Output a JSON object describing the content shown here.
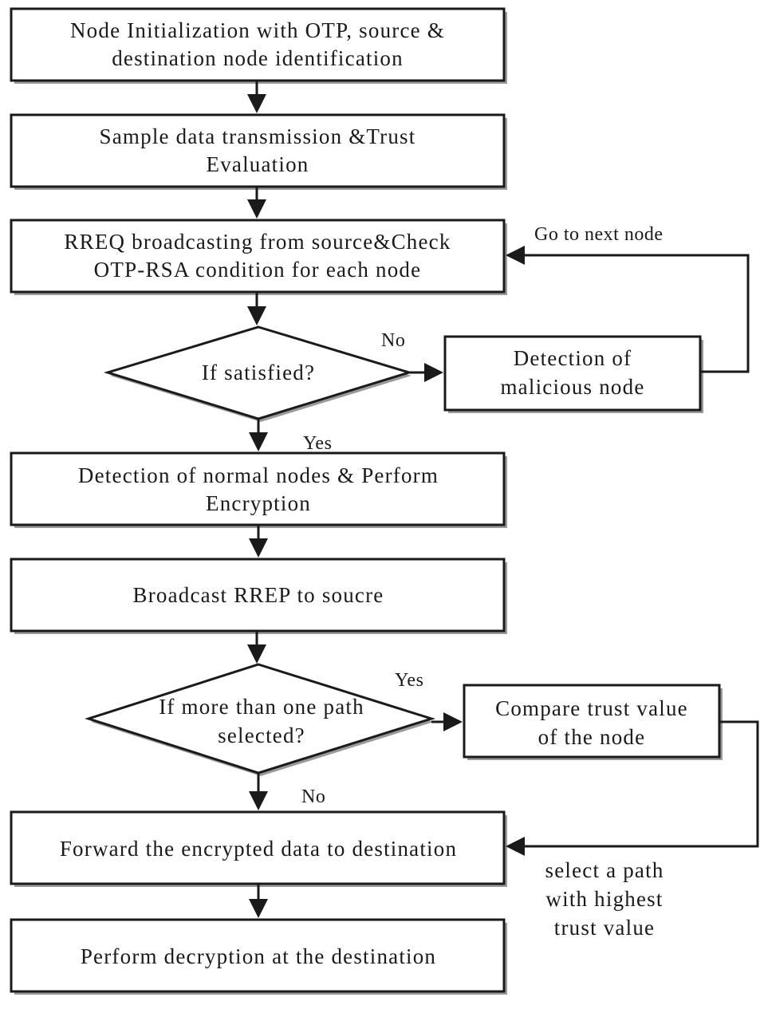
{
  "nodes": {
    "init": {
      "lines": [
        "Node Initialization with OTP, source &",
        "destination node identification"
      ]
    },
    "sample": {
      "lines": [
        "Sample data transmission &Trust",
        "Evaluation"
      ]
    },
    "rreq": {
      "lines": [
        "RREQ broadcasting from source&Check",
        "OTP-RSA condition for each node"
      ]
    },
    "satisfied": {
      "lines": [
        "If satisfied?"
      ]
    },
    "malicious": {
      "lines": [
        "Detection of",
        "malicious node"
      ]
    },
    "normal": {
      "lines": [
        "Detection of normal nodes & Perform",
        "Encryption"
      ]
    },
    "rrep": {
      "lines": [
        "Broadcast RREP to soucre"
      ]
    },
    "multipath": {
      "lines": [
        "If more than one path",
        "selected?"
      ]
    },
    "compare": {
      "lines": [
        "Compare trust value",
        "of the node"
      ]
    },
    "forward": {
      "lines": [
        "Forward the encrypted data to destination"
      ]
    },
    "decrypt": {
      "lines": [
        "Perform decryption at the destination"
      ]
    }
  },
  "edge_labels": {
    "no_1": "No",
    "yes_1": "Yes",
    "go_next": "Go to next node",
    "yes_2": "Yes",
    "no_2": "No",
    "select_path": [
      "select a path",
      "with highest",
      "trust value"
    ]
  }
}
